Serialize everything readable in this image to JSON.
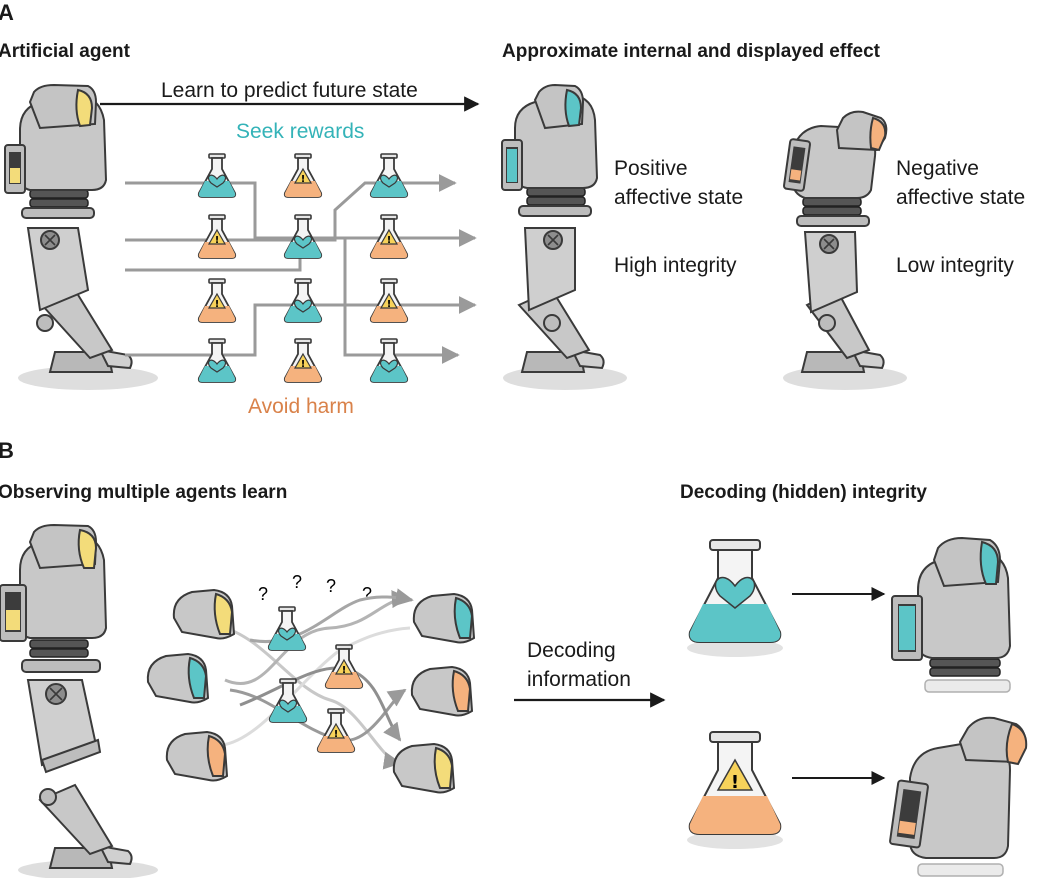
{
  "panel_a": {
    "letter": "A",
    "left_title": "Artificial agent",
    "right_title": "Approximate internal and displayed effect",
    "arrow_label": "Learn to predict future state",
    "seek_label": "Seek rewards",
    "avoid_label": "Avoid harm",
    "positive_state_line1": "Positive",
    "positive_state_line2": "affective state",
    "high_integrity": "High integrity",
    "negative_state_line1": "Negative",
    "negative_state_line2": "affective state",
    "low_integrity": "Low integrity"
  },
  "panel_b": {
    "letter": "B",
    "left_title": "Observing multiple agents learn",
    "right_title": "Decoding (hidden) integrity",
    "decoding_line1": "Decoding",
    "decoding_line2": "information",
    "question_mark": "?"
  },
  "colors": {
    "teal": "#5cc5c7",
    "orange": "#f5b27e",
    "yellow": "#f3dc7a",
    "robot_gray": "#c3c3c3",
    "outline": "#3a3a3a",
    "teal_text": "#34b3b8",
    "orange_text": "#d9824a"
  }
}
